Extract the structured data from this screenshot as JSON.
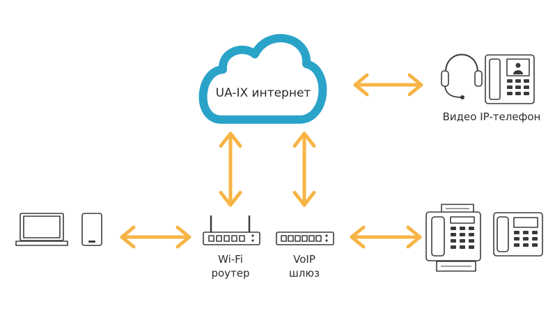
{
  "cloud": {
    "label": "UA-IX интернет"
  },
  "nodes": {
    "video_phone": {
      "label": "Видео IP-телефон"
    },
    "router": {
      "label_line1": "Wi-Fi",
      "label_line2": "роутер"
    },
    "gateway": {
      "label_line1": "VoIP",
      "label_line2": "шлюз"
    }
  },
  "colors": {
    "cloud_stroke": "#2aa3c9",
    "arrow": "#f7b446",
    "device_stroke": "#3a3a3a",
    "text": "#2b2b2b"
  }
}
